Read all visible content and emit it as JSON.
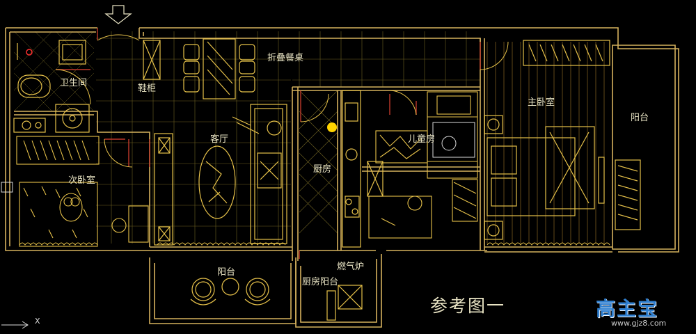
{
  "plan": {
    "rooms": {
      "bathroom": "卫生间",
      "shoe_cabinet": "鞋柜",
      "folding_table": "折叠餐桌",
      "living_room": "客厅",
      "second_bedroom": "次卧室",
      "kitchen": "厨房",
      "children_room": "儿童房",
      "master_bedroom": "主卧室",
      "balcony_east": "阳台",
      "balcony_south": "阳台",
      "kitchen_balcony": "厨房阳台",
      "gas_heater": "燃气炉"
    },
    "caption": "参考图一",
    "ucs_axis": "X"
  },
  "watermark": {
    "brand": "高主宝",
    "url": "www.gjz8.com"
  },
  "colors": {
    "background": "#000000",
    "wall": "#d6b25e",
    "furniture": "#e7c24a",
    "grid": "#8a7a2a",
    "white_line": "#dcdcdc",
    "door_red": "#c0392b",
    "highlight": "#ffd400",
    "brand_blue": "#2f7fd0"
  }
}
